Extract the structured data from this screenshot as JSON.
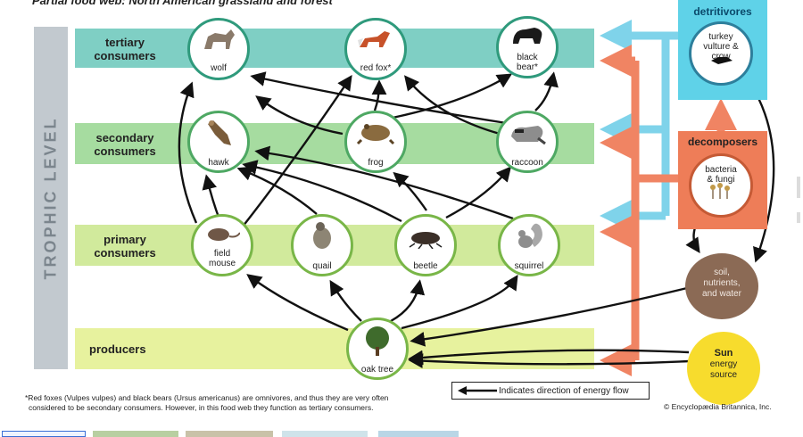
{
  "title": "Partial food web: North American grassland and forest",
  "trophic_label": "TROPHIC LEVEL",
  "levels": {
    "tertiary": "tertiary consumers",
    "secondary": "secondary consumers",
    "primary": "primary consumers",
    "producers": "producers"
  },
  "organisms": {
    "wolf": "wolf",
    "red_fox": "red fox*",
    "black_bear": "black bear*",
    "hawk": "hawk",
    "frog": "frog",
    "raccoon": "raccoon",
    "field_mouse": "field mouse",
    "quail": "quail",
    "beetle": "beetle",
    "squirrel": "squirrel",
    "oak_tree": "oak tree"
  },
  "detritivores": {
    "title": "detritivores",
    "members": "turkey vulture & crow"
  },
  "decomposers": {
    "title": "decomposers",
    "members": "bacteria & fungi"
  },
  "soil": "soil, nutrients, and water",
  "sun": {
    "title": "Sun",
    "subtitle": "energy source"
  },
  "legend": "Indicates direction of energy flow",
  "footnote_line1": "*Red foxes (Vulpes vulpes) and black bears (Ursus americanus) are omnivores, and thus they are very often",
  "footnote_line2": "considered to be secondary consumers. However, in this food web they function as tertiary consumers.",
  "credit": "© Encyclopædia Britannica, Inc.",
  "colors": {
    "tertiary_band": "#7fcfc4",
    "secondary_band": "#a6dca0",
    "primary_band": "#d1ea9c",
    "producers_band": "#e7f29e",
    "detritivores": "#5fd2e8",
    "decomposers": "#ee7d58",
    "soil": "#8b6a55",
    "sun": "#f7dc2d",
    "energy_arrow_orange": "#f08463",
    "energy_arrow_blue": "#7fd3ea"
  }
}
